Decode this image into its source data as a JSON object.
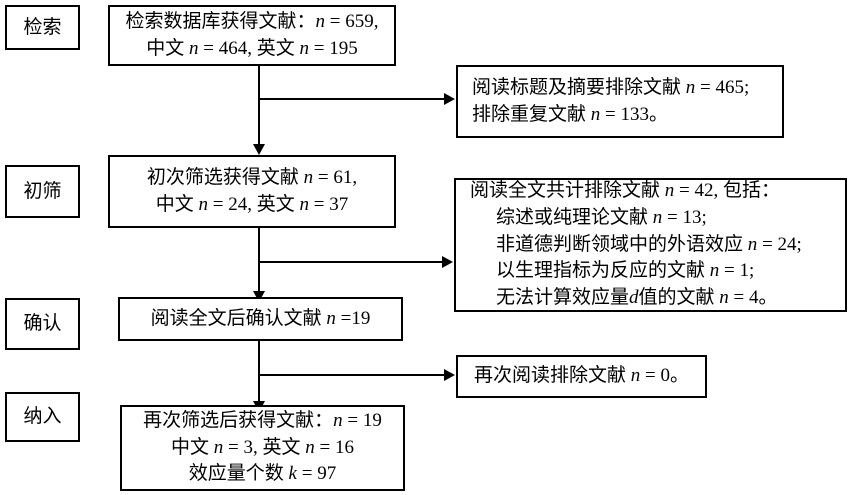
{
  "figure": {
    "type": "prisma-flow-diagram",
    "stage_labels": [
      {
        "name": "retrieval",
        "text": "检索"
      },
      {
        "name": "initial-screening",
        "text": "初筛"
      },
      {
        "name": "confirmation",
        "text": "确认"
      },
      {
        "name": "inclusion",
        "text": "纳入"
      }
    ],
    "main_boxes": [
      {
        "name": "database-search-results",
        "lines": [
          [
            {
              "t": "检索数据库获得文献："
            },
            {
              "t": "n",
              "i": true
            },
            {
              "t": " = 659,"
            }
          ],
          [
            {
              "t": "中文 "
            },
            {
              "t": "n",
              "i": true
            },
            {
              "t": " = 464, 英文 "
            },
            {
              "t": "n",
              "i": true
            },
            {
              "t": " = 195"
            }
          ]
        ]
      },
      {
        "name": "initial-screening-results",
        "lines": [
          [
            {
              "t": "初次筛选获得文献 "
            },
            {
              "t": "n",
              "i": true
            },
            {
              "t": " = 61,"
            }
          ],
          [
            {
              "t": "中文 "
            },
            {
              "t": "n",
              "i": true
            },
            {
              "t": " = 24, 英文 "
            },
            {
              "t": "n",
              "i": true
            },
            {
              "t": " = 37"
            }
          ]
        ]
      },
      {
        "name": "fulltext-confirmed",
        "lines": [
          [
            {
              "t": "阅读全文后确认文献 "
            },
            {
              "t": "n",
              "i": true
            },
            {
              "t": " =19"
            }
          ]
        ]
      },
      {
        "name": "final-included",
        "lines": [
          [
            {
              "t": "再次筛选后获得文献："
            },
            {
              "t": "n",
              "i": true
            },
            {
              "t": " = 19"
            }
          ],
          [
            {
              "t": "中文 "
            },
            {
              "t": "n",
              "i": true
            },
            {
              "t": " = 3, 英文 "
            },
            {
              "t": "n",
              "i": true
            },
            {
              "t": " = 16"
            }
          ],
          [
            {
              "t": "效应量个数 "
            },
            {
              "t": "k",
              "i": true
            },
            {
              "t": " = 97"
            }
          ]
        ]
      }
    ],
    "exclusion_boxes": [
      {
        "name": "title-abstract-exclusions",
        "centered": false,
        "lines": [
          [
            {
              "t": "阅读标题及摘要排除文献 "
            },
            {
              "t": "n",
              "i": true
            },
            {
              "t": " = 465;"
            }
          ],
          [
            {
              "t": "排除重复文献 "
            },
            {
              "t": "n",
              "i": true
            },
            {
              "t": " = 133。"
            }
          ]
        ]
      },
      {
        "name": "fulltext-exclusions",
        "centered": false,
        "lines": [
          [
            {
              "t": "阅读全文共计排除文献 "
            },
            {
              "t": "n",
              "i": true
            },
            {
              "t": " = 42, 包括："
            }
          ],
          [
            {
              "indent": true
            },
            {
              "t": "综述或纯理论文献 "
            },
            {
              "t": "n",
              "i": true
            },
            {
              "t": " = 13;"
            }
          ],
          [
            {
              "indent": true
            },
            {
              "t": "非道德判断领域中的外语效应 "
            },
            {
              "t": "n",
              "i": true
            },
            {
              "t": " = 24;"
            }
          ],
          [
            {
              "indent": true
            },
            {
              "t": "以生理指标为反应的文献 "
            },
            {
              "t": "n",
              "i": true
            },
            {
              "t": " = 1;"
            }
          ],
          [
            {
              "indent": true
            },
            {
              "t": "无法计算效应量"
            },
            {
              "t": "d",
              "i": true
            },
            {
              "t": "值的文献 "
            },
            {
              "t": "n",
              "i": true
            },
            {
              "t": " = 4。"
            }
          ]
        ]
      },
      {
        "name": "rescreen-exclusions",
        "centered": true,
        "lines": [
          [
            {
              "t": "再次阅读排除文献 "
            },
            {
              "t": "n",
              "i": true
            },
            {
              "t": " = 0。"
            }
          ]
        ]
      }
    ],
    "colors": {
      "stroke": "#000000",
      "background": "#ffffff",
      "text": "#000000"
    }
  }
}
